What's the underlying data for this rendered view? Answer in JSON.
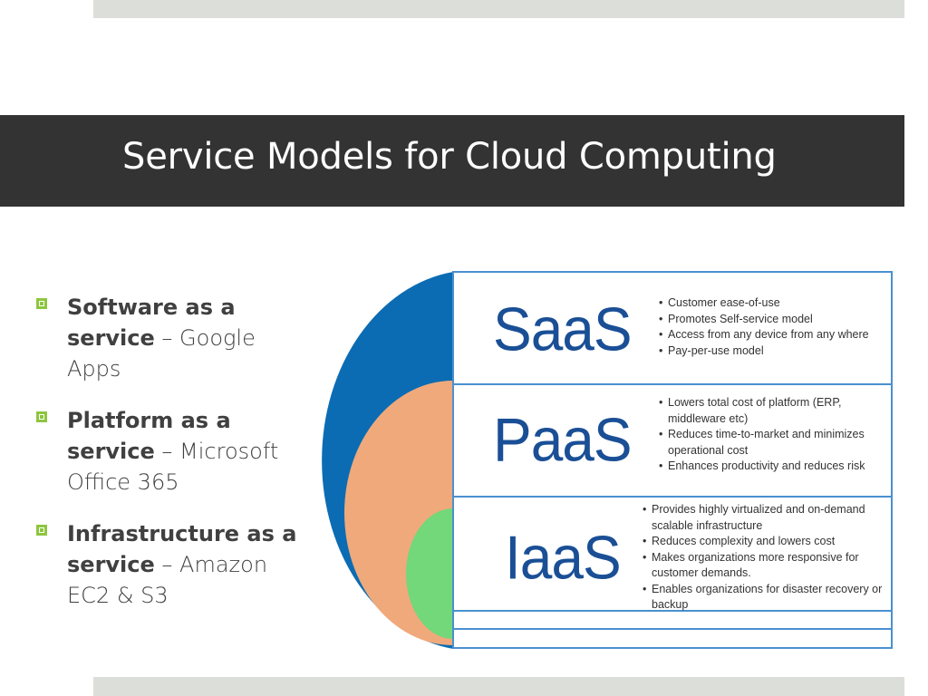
{
  "slide": {
    "title": "Service Models for Cloud Computing",
    "bullets": [
      {
        "bold": "Software as a service",
        "rest": " – Google Apps"
      },
      {
        "bold": "Platform as a service",
        "rest": " – Microsoft Office 365"
      },
      {
        "bold": "Infrastructure as a service",
        "rest": " – Amazon EC2 & S3"
      }
    ],
    "bullet_marker_color": "#8dc63f"
  },
  "diagram": {
    "colors": {
      "saas_ring": "#0b6cb3",
      "paas_ring": "#f0a97b",
      "iaas_core": "#72d87a",
      "frame": "#4a90d0",
      "label": "#1a4f96"
    },
    "models": [
      {
        "label": "SaaS",
        "features": [
          "Customer ease-of-use",
          "Promotes Self-service model",
          "Access from any device from any where",
          "Pay-per-use model"
        ]
      },
      {
        "label": "PaaS",
        "features": [
          "Lowers total cost of platform (ERP, middleware etc)",
          "Reduces time-to-market and minimizes operational cost",
          "Enhances productivity and reduces risk"
        ]
      },
      {
        "label": "IaaS",
        "features": [
          "Provides highly virtualized and on-demand scalable infrastructure",
          "Reduces complexity and lowers cost",
          "Makes organizations more responsive for customer demands.",
          "Enables organizations for disaster recovery or backup"
        ]
      }
    ]
  }
}
